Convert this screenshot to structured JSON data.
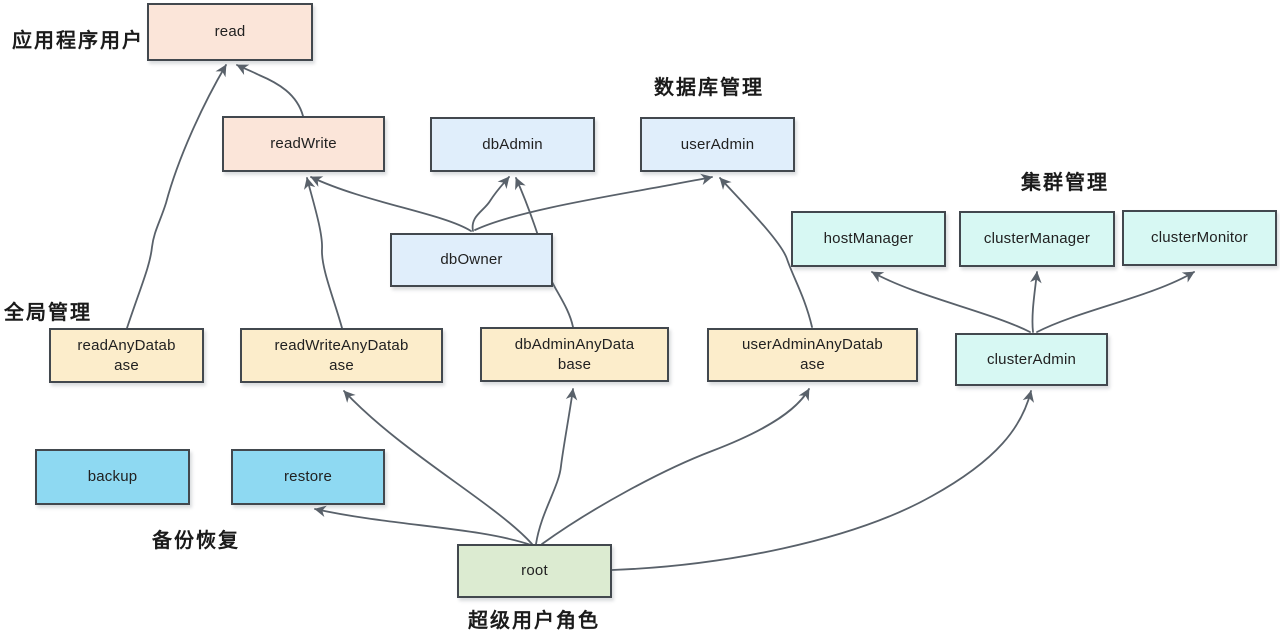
{
  "diagram": {
    "colors": {
      "node-pink": "#fbe5d9",
      "node-blue": "#e0eefb",
      "node-wheat": "#fcedcb",
      "node-cyan": "#d7f8f3",
      "node-sky": "#8ed9f2",
      "node-green": "#dcebd1",
      "node-border": "#42484e",
      "edge": "#59616a",
      "text": "#212121",
      "background": "#ffffff"
    },
    "group_labels": [
      {
        "id": "app-users",
        "text": "应用程序用户"
      },
      {
        "id": "db-management",
        "text": "数据库管理"
      },
      {
        "id": "cluster-management",
        "text": "集群管理"
      },
      {
        "id": "global-management",
        "text": "全局管理"
      },
      {
        "id": "backup-restore",
        "text": "备份恢复"
      },
      {
        "id": "super-user-role",
        "text": "超级用户角色"
      }
    ],
    "nodes": [
      {
        "id": "read",
        "label": "read",
        "group": "application-user"
      },
      {
        "id": "readWrite",
        "label": "readWrite",
        "group": "application-user"
      },
      {
        "id": "dbAdmin",
        "label": "dbAdmin",
        "group": "database-management"
      },
      {
        "id": "userAdmin",
        "label": "userAdmin",
        "group": "database-management"
      },
      {
        "id": "dbOwner",
        "label": "dbOwner",
        "group": "database-management"
      },
      {
        "id": "hostManager",
        "label": "hostManager",
        "group": "cluster-management"
      },
      {
        "id": "clusterManager",
        "label": "clusterManager",
        "group": "cluster-management"
      },
      {
        "id": "clusterMonitor",
        "label": "clusterMonitor",
        "group": "cluster-management"
      },
      {
        "id": "readAnyDatabase",
        "label": "readAnyDatabase",
        "group": "global-management"
      },
      {
        "id": "readWriteAnyDatabase",
        "label": "readWriteAnyDatabase",
        "group": "global-management"
      },
      {
        "id": "dbAdminAnyDatabase",
        "label": "dbAdminAnyDatabase",
        "group": "global-management"
      },
      {
        "id": "userAdminAnyDatabase",
        "label": "userAdminAnyDatabase",
        "group": "global-management"
      },
      {
        "id": "clusterAdmin",
        "label": "clusterAdmin",
        "group": "cluster-management"
      },
      {
        "id": "backup",
        "label": "backup",
        "group": "backup-restore"
      },
      {
        "id": "restore",
        "label": "restore",
        "group": "backup-restore"
      },
      {
        "id": "root",
        "label": "root",
        "group": "super-user"
      }
    ],
    "edges": [
      {
        "from": "readWriteAnyDatabase",
        "to": "readWrite"
      },
      {
        "from": "dbOwner",
        "to": "readWrite"
      },
      {
        "from": "readAnyDatabase",
        "to": "read"
      },
      {
        "from": "readWrite",
        "to": "read"
      },
      {
        "from": "dbOwner",
        "to": "dbAdmin"
      },
      {
        "from": "dbAdminAnyDatabase",
        "to": "dbAdmin"
      },
      {
        "from": "dbOwner",
        "to": "userAdmin"
      },
      {
        "from": "userAdminAnyDatabase",
        "to": "userAdmin"
      },
      {
        "from": "root",
        "to": "restore"
      },
      {
        "from": "root",
        "to": "readWriteAnyDatabase"
      },
      {
        "from": "root",
        "to": "dbAdminAnyDatabase"
      },
      {
        "from": "root",
        "to": "userAdminAnyDatabase"
      },
      {
        "from": "root",
        "to": "clusterAdmin"
      },
      {
        "from": "clusterAdmin",
        "to": "hostManager"
      },
      {
        "from": "clusterAdmin",
        "to": "clusterManager"
      },
      {
        "from": "clusterAdmin",
        "to": "clusterMonitor"
      }
    ]
  }
}
